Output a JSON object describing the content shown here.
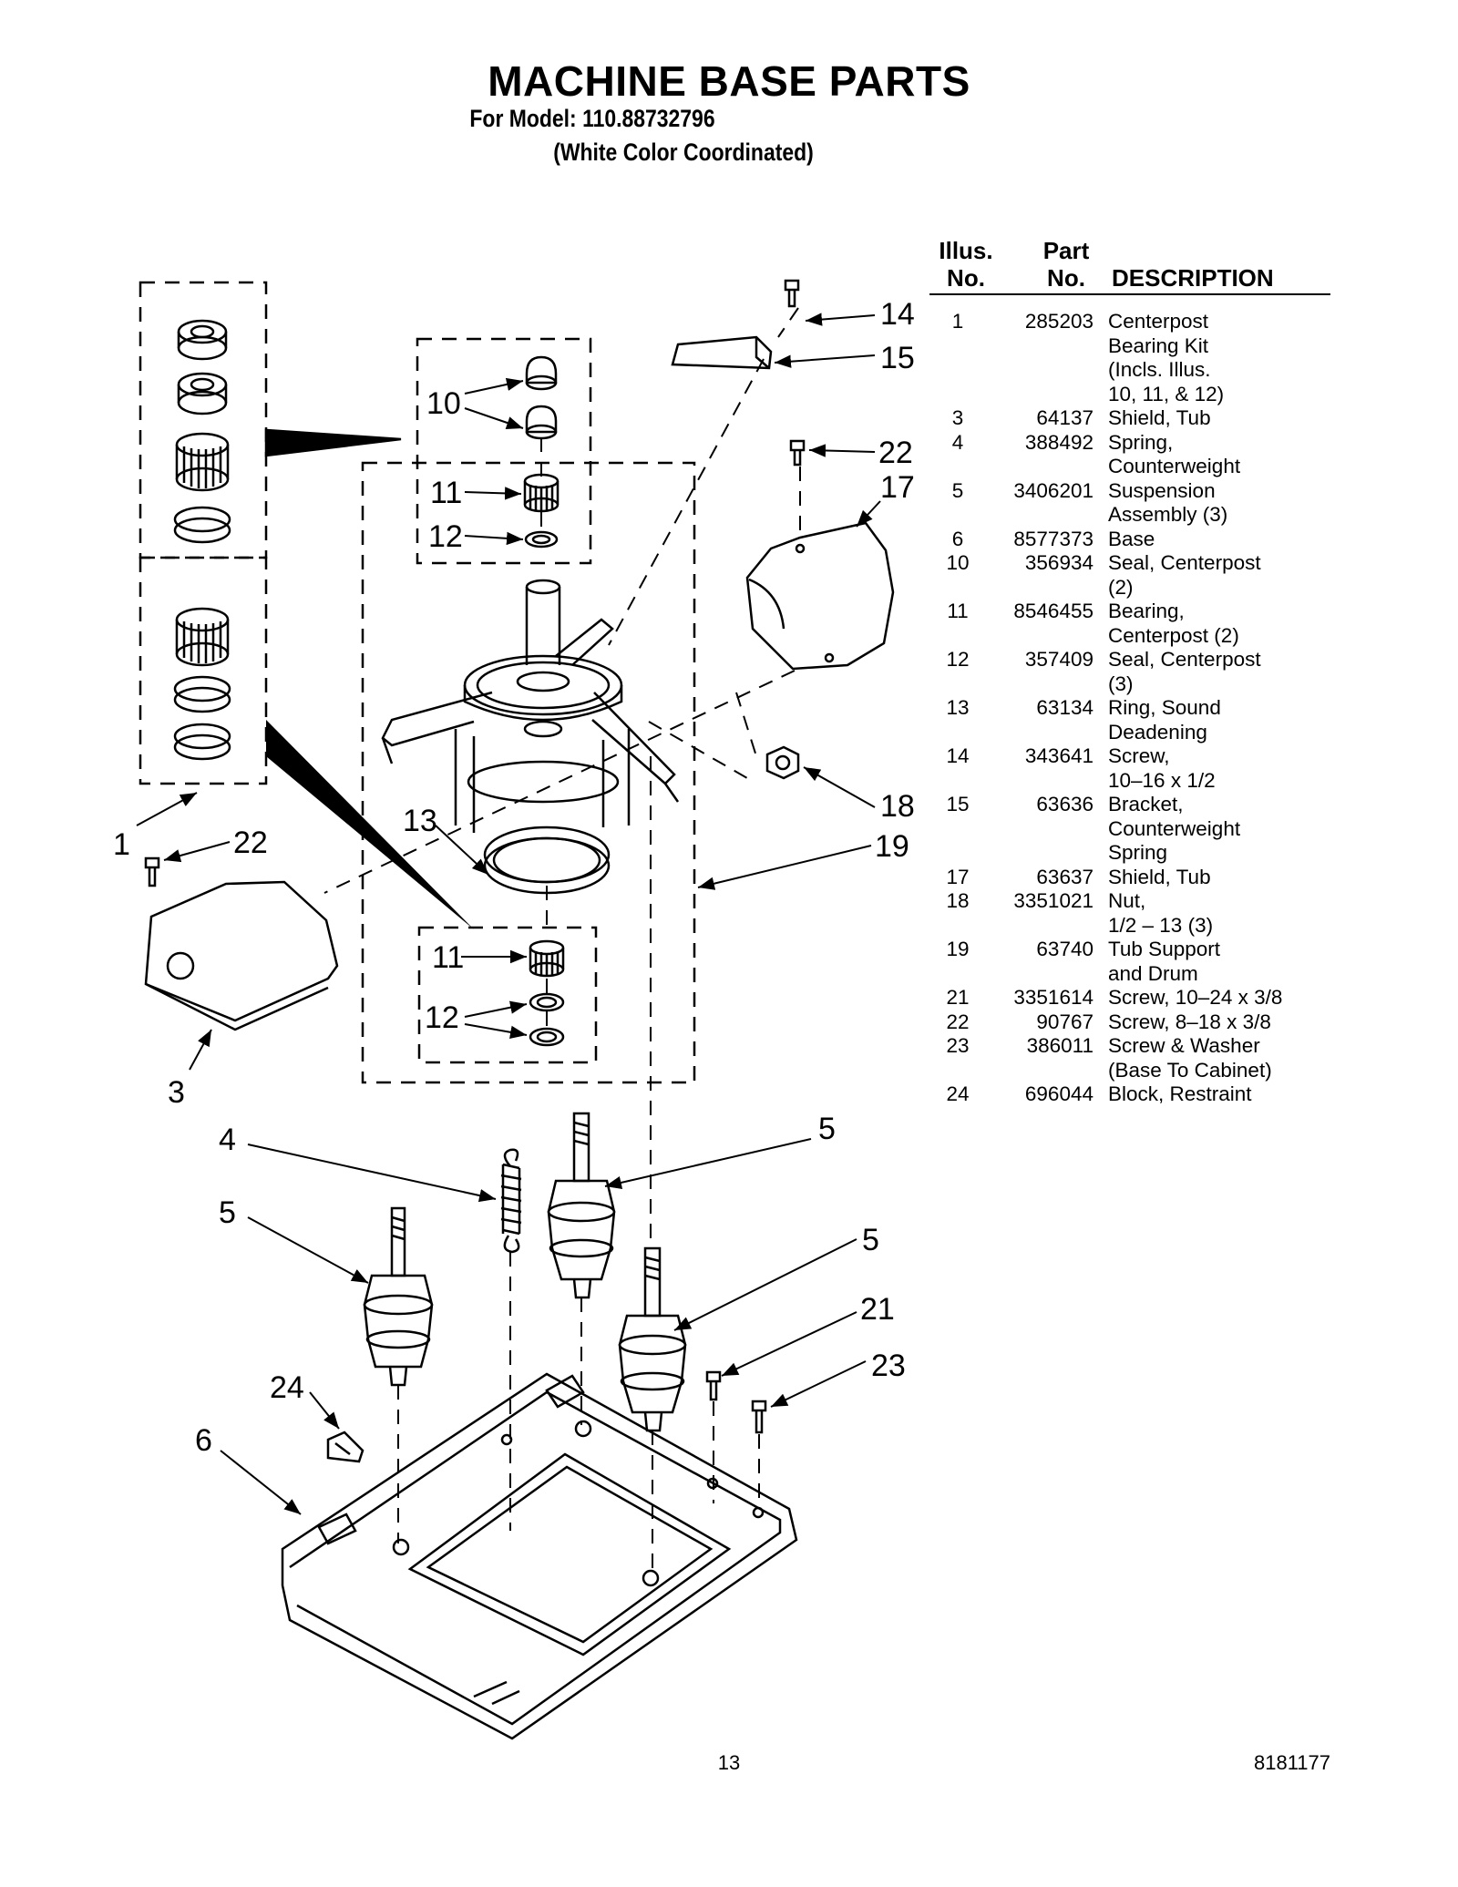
{
  "header": {
    "title": "MACHINE BASE PARTS",
    "model_line": "For Model: 110.88732796",
    "variant_line": "(White Color Coordinated)"
  },
  "parts_table": {
    "headers": {
      "illus_top": "Illus.",
      "illus_bottom": "No.",
      "part_top": "Part",
      "part_bottom": "No.",
      "description": "DESCRIPTION"
    },
    "rows": [
      {
        "illus": "1",
        "part": "285203",
        "description": [
          "Centerpost",
          "Bearing Kit",
          "(Incls. Illus.",
          "10, 11, & 12)"
        ]
      },
      {
        "illus": "3",
        "part": "64137",
        "description": [
          "Shield, Tub"
        ]
      },
      {
        "illus": "4",
        "part": "388492",
        "description": [
          "Spring,",
          "Counterweight"
        ]
      },
      {
        "illus": "5",
        "part": "3406201",
        "description": [
          "Suspension",
          "Assembly (3)"
        ]
      },
      {
        "illus": "6",
        "part": "8577373",
        "description": [
          "Base"
        ]
      },
      {
        "illus": "10",
        "part": "356934",
        "description": [
          "Seal, Centerpost",
          "(2)"
        ]
      },
      {
        "illus": "11",
        "part": "8546455",
        "description": [
          "Bearing,",
          "Centerpost (2)"
        ]
      },
      {
        "illus": "12",
        "part": "357409",
        "description": [
          "Seal, Centerpost",
          "(3)"
        ]
      },
      {
        "illus": "13",
        "part": "63134",
        "description": [
          "Ring, Sound",
          "Deadening"
        ]
      },
      {
        "illus": "14",
        "part": "343641",
        "description": [
          "Screw,",
          "10–16 x 1/2"
        ]
      },
      {
        "illus": "15",
        "part": "63636",
        "description": [
          "Bracket,",
          "Counterweight",
          "Spring"
        ]
      },
      {
        "illus": "17",
        "part": "63637",
        "description": [
          "Shield, Tub"
        ]
      },
      {
        "illus": "18",
        "part": "3351021",
        "description": [
          "Nut,",
          "1/2 – 13 (3)"
        ]
      },
      {
        "illus": "19",
        "part": "63740",
        "description": [
          "Tub Support",
          "and Drum"
        ]
      },
      {
        "illus": "21",
        "part": "3351614",
        "description": [
          "Screw, 10–24 x 3/8"
        ]
      },
      {
        "illus": "22",
        "part": "90767",
        "description": [
          "Screw, 8–18 x 3/8"
        ]
      },
      {
        "illus": "23",
        "part": "386011",
        "description": [
          "Screw & Washer",
          "(Base To Cabinet)"
        ]
      },
      {
        "illus": "24",
        "part": "696044",
        "description": [
          "Block, Restraint"
        ]
      }
    ]
  },
  "callouts": {
    "c14": "14",
    "c15": "15",
    "c22a": "22",
    "c17": "17",
    "c10": "10",
    "c11a": "11",
    "c12a": "12",
    "c1": "1",
    "c22b": "22",
    "c13": "13",
    "c18": "18",
    "c19": "19",
    "c11b": "11",
    "c12b": "12",
    "c3": "3",
    "c4": "4",
    "c5a": "5",
    "c5b": "5",
    "c5c": "5",
    "c21": "21",
    "c23": "23",
    "c24": "24",
    "c6": "6"
  },
  "footer": {
    "page_number": "13",
    "doc_number": "8181177"
  }
}
